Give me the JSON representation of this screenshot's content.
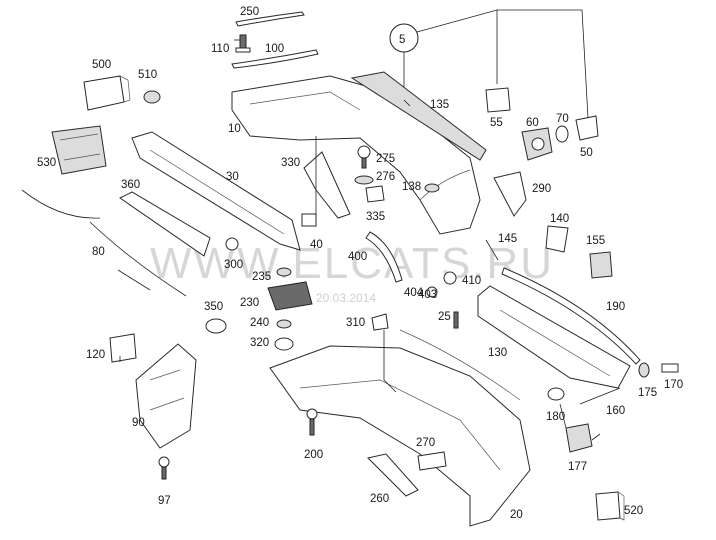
{
  "watermark": {
    "brand": "WWW.ELCATS.RU",
    "date": "20.03.2014"
  },
  "group_label": "5",
  "callouts": [
    {
      "id": "250",
      "text": "250"
    },
    {
      "id": "110",
      "text": "110"
    },
    {
      "id": "100",
      "text": "100"
    },
    {
      "id": "500",
      "text": "500"
    },
    {
      "id": "510",
      "text": "510"
    },
    {
      "id": "10",
      "text": "10"
    },
    {
      "id": "135",
      "text": "135"
    },
    {
      "id": "55",
      "text": "55"
    },
    {
      "id": "60",
      "text": "60"
    },
    {
      "id": "70",
      "text": "70"
    },
    {
      "id": "50",
      "text": "50"
    },
    {
      "id": "530",
      "text": "530"
    },
    {
      "id": "360",
      "text": "360"
    },
    {
      "id": "30",
      "text": "30"
    },
    {
      "id": "330",
      "text": "330"
    },
    {
      "id": "275",
      "text": "275"
    },
    {
      "id": "276",
      "text": "276"
    },
    {
      "id": "138",
      "text": "138"
    },
    {
      "id": "335",
      "text": "335"
    },
    {
      "id": "290",
      "text": "290"
    },
    {
      "id": "80",
      "text": "80"
    },
    {
      "id": "40",
      "text": "40"
    },
    {
      "id": "140",
      "text": "140"
    },
    {
      "id": "145",
      "text": "145"
    },
    {
      "id": "155",
      "text": "155"
    },
    {
      "id": "300",
      "text": "300"
    },
    {
      "id": "235",
      "text": "235"
    },
    {
      "id": "400",
      "text": "400"
    },
    {
      "id": "404",
      "text": "404"
    },
    {
      "id": "410",
      "text": "410"
    },
    {
      "id": "403",
      "text": "403"
    },
    {
      "id": "190",
      "text": "190"
    },
    {
      "id": "230",
      "text": "230"
    },
    {
      "id": "350",
      "text": "350"
    },
    {
      "id": "240",
      "text": "240"
    },
    {
      "id": "310",
      "text": "310"
    },
    {
      "id": "25",
      "text": "25"
    },
    {
      "id": "320",
      "text": "320"
    },
    {
      "id": "130",
      "text": "130"
    },
    {
      "id": "120",
      "text": "120"
    },
    {
      "id": "175",
      "text": "175"
    },
    {
      "id": "170",
      "text": "170"
    },
    {
      "id": "90",
      "text": "90"
    },
    {
      "id": "180",
      "text": "180"
    },
    {
      "id": "160",
      "text": "160"
    },
    {
      "id": "200",
      "text": "200"
    },
    {
      "id": "270",
      "text": "270"
    },
    {
      "id": "177",
      "text": "177"
    },
    {
      "id": "260",
      "text": "260"
    },
    {
      "id": "97",
      "text": "97"
    },
    {
      "id": "520",
      "text": "520"
    },
    {
      "id": "20",
      "text": "20"
    }
  ]
}
